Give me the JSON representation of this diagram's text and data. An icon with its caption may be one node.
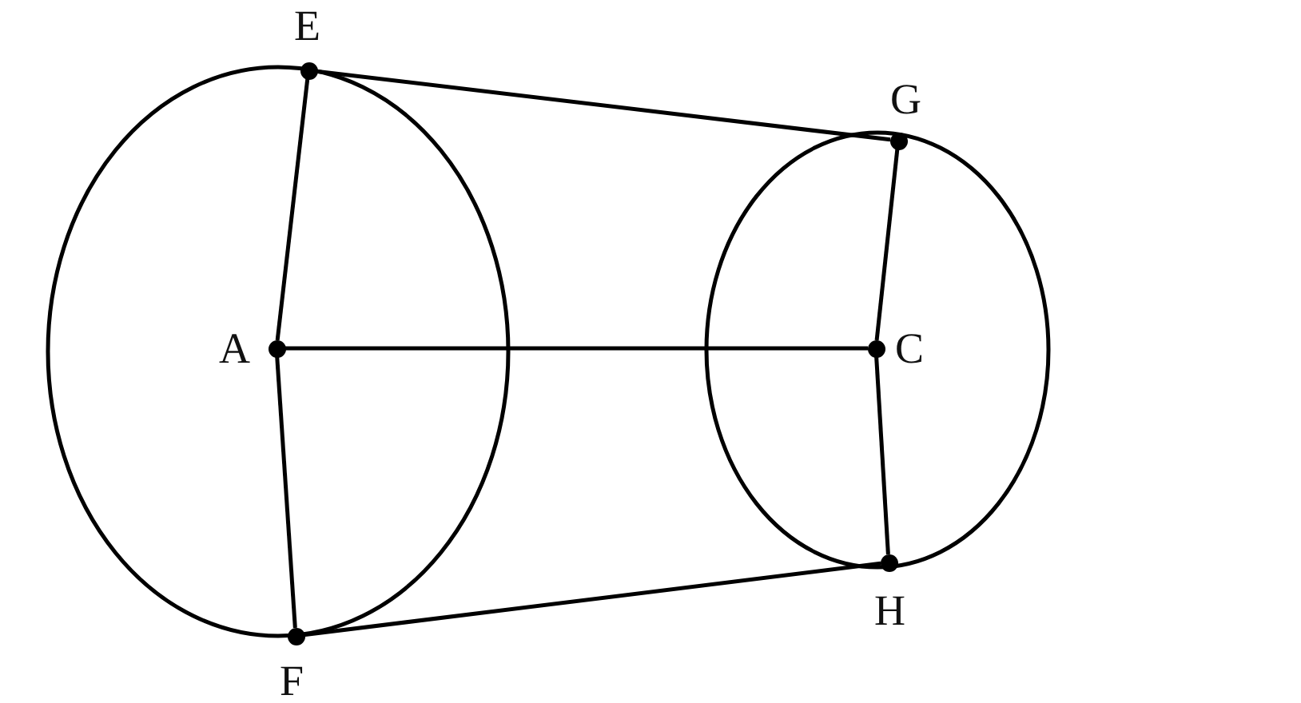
{
  "diagram": {
    "nodes": [
      {
        "text": [
          "E"
        ]
      },
      {
        "text": [
          "G"
        ]
      },
      {
        "text": [
          "A"
        ]
      },
      {
        "text": [
          "C"
        ]
      },
      {
        "text": [
          "F"
        ]
      },
      {
        "text": [
          "H"
        ]
      }
    ],
    "edges": [
      {
        "from": 0,
        "to": 1,
        "arrow": "none"
      },
      {
        "from": 4,
        "to": 5,
        "arrow": "none"
      },
      {
        "from": 2,
        "to": 3,
        "arrow": "none"
      },
      {
        "from": 0,
        "to": 2,
        "arrow": "none"
      },
      {
        "from": 2,
        "to": 4,
        "arrow": "none"
      },
      {
        "from": 1,
        "to": 3,
        "arrow": "none"
      },
      {
        "from": 3,
        "to": 5,
        "arrow": "none"
      }
    ]
  }
}
